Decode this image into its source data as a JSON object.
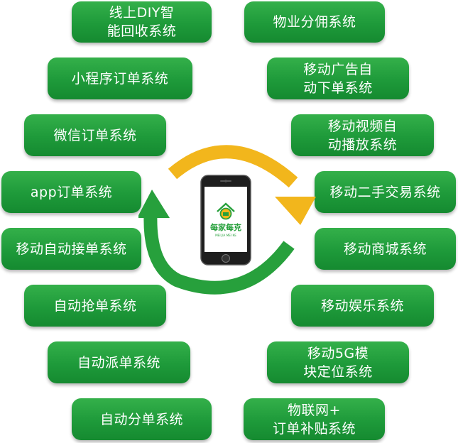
{
  "left_items": [
    "线上DIY智\n能回收系统",
    "小程序订单系统",
    "微信订单系统",
    "app订单系统",
    "移动自动接单系统",
    "自动抢单系统",
    "自动派单系统",
    "自动分单系统"
  ],
  "right_items": [
    "物业分佣系统",
    "移动广告自\n动下单系统",
    "移动视频自\n动播放系统",
    "移动二手交易系统",
    "移动商城系统",
    "移动娱乐系统",
    "移动5G模\n块定位系统",
    "物联网+\n订单补贴系统"
  ],
  "logo": {
    "brand_text": "每家每克",
    "brand_subtext": "MEI JIA MEI KE"
  },
  "colors": {
    "pill_green": "#1e9a3a",
    "arrow_yellow": "#f2b61c",
    "arrow_green": "#27a03c",
    "phone_body": "#1e1e1e"
  }
}
